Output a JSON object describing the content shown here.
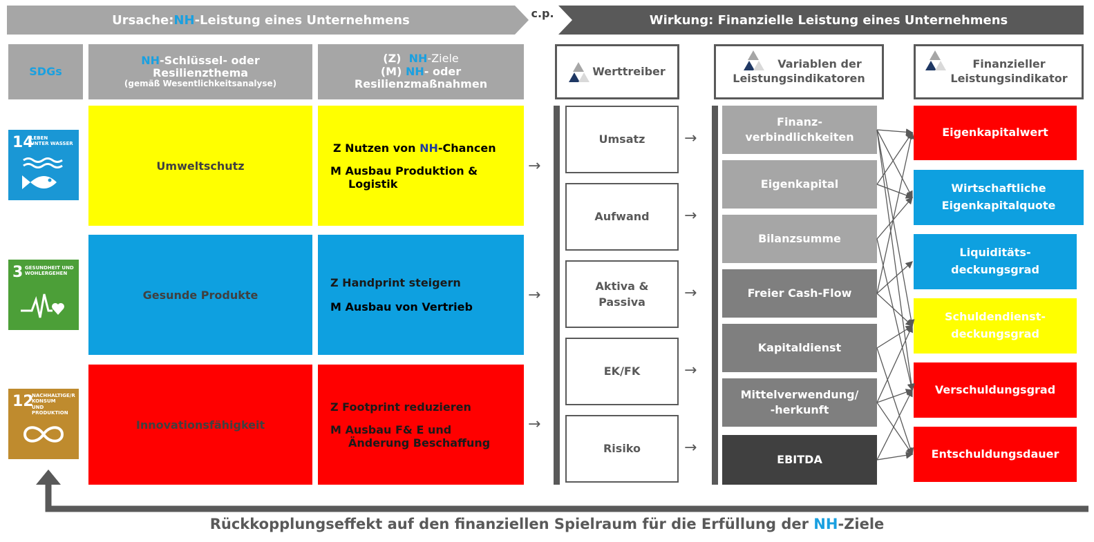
{
  "banner": {
    "left_prefix": "Ursache: ",
    "left_nh": "NH",
    "left_suffix": "-Leistung eines Unternehmens",
    "cp": "c.p.",
    "right": "Wirkung: Finanzielle Leistung eines Unternehmens"
  },
  "headers": {
    "sdgs": "SDGs",
    "theme_nh": "NH",
    "theme_line1": "-Schlüssel- oder",
    "theme_line2": "Resilienzthema",
    "theme_sub": "(gemäß Wesentlichkeitsanalyse)",
    "goals_z": "(Z)",
    "goals_nh": "NH",
    "goals_z_suffix": "-Ziele",
    "goals_m": "(M)",
    "goals_m_nh": "NH",
    "goals_m_suffix": "- oder",
    "goals_line3": "Resilienzmaßnahmen",
    "werttreiber": "Werttreiber",
    "variablen_line1": "Variablen der",
    "variablen_line2": "Leistungsindikatoren",
    "finanz_line1": "Finanzieller",
    "finanz_line2": "Leistungsindikator"
  },
  "sdgs": [
    {
      "number": "14",
      "line1": "LEBEN",
      "line2": "UNTER WASSER",
      "color": "#1a97d5"
    },
    {
      "number": "3",
      "line1": "GESUNDHEIT UND",
      "line2": "WOHLERGEHEN",
      "color": "#4c9f38"
    },
    {
      "number": "12",
      "line1": "NACHHALTIGE/R",
      "line2": "KONSUM",
      "line3": "UND PRODUKTION",
      "color": "#bf8b2e"
    }
  ],
  "themes": [
    {
      "label": "Umweltschutz",
      "color": "#ffff00"
    },
    {
      "label": "Gesunde Produkte",
      "color": "#0ea0e0"
    },
    {
      "label": "Innovationsfähigkeit",
      "color": "#ff0000"
    }
  ],
  "measures": [
    {
      "z_prefix": "Z  Nutzen von ",
      "z_nh": "NH",
      "z_suffix": "-Chancen",
      "m_line1": "M Ausbau Produktion &",
      "m_line2": "Logistik"
    },
    {
      "z_text": "Z  Handprint steigern",
      "m_line1": "M Ausbau von Vertrieb"
    },
    {
      "z_text": "Z  Footprint reduzieren",
      "m_line1": "M Ausbau  F& E  und",
      "m_line2": "Änderung Beschaffung"
    }
  ],
  "werttreiber": [
    {
      "line1": "Umsatz"
    },
    {
      "line1": "Aufwand"
    },
    {
      "line1": "Aktiva &",
      "line2": "Passiva"
    },
    {
      "line1": "EK/FK"
    },
    {
      "line1": "Risiko"
    }
  ],
  "variablen": [
    {
      "line1": "Finanz-",
      "line2": "verbindlichkeiten",
      "color": "#a6a6a6"
    },
    {
      "line1": "Eigenkapital",
      "color": "#a6a6a6"
    },
    {
      "line1": "Bilanzsumme",
      "color": "#a6a6a6"
    },
    {
      "line1": "Freier Cash-Flow",
      "color": "#7f7f7f"
    },
    {
      "line1": "Kapitaldienst",
      "color": "#7f7f7f"
    },
    {
      "line1": "Mittelverwendung/",
      "line2": "-herkunft",
      "color": "#7f7f7f"
    },
    {
      "line1": "EBITDA",
      "color": "#404040"
    }
  ],
  "finanz": [
    {
      "line1": "Eigenkapitalwert",
      "color": "#ff0000"
    },
    {
      "line1": "Wirtschaftliche",
      "line2": "Eigenkapitalquote",
      "color": "#0ea0e0"
    },
    {
      "line1": "Liquiditäts-",
      "line2": "deckungsgrad",
      "color": "#0ea0e0"
    },
    {
      "line1": "Schuldendienst-",
      "line2": "deckungsgrad",
      "color": "#ffff00"
    },
    {
      "line1": "Verschuldungsgrad",
      "color": "#ff0000"
    },
    {
      "line1": "Entschuldungsdauer",
      "color": "#ff0000"
    }
  ],
  "arrows": {
    "symbol": "→"
  },
  "connections": [
    [
      0,
      0
    ],
    [
      0,
      1
    ],
    [
      0,
      3
    ],
    [
      0,
      4
    ],
    [
      1,
      0
    ],
    [
      1,
      1
    ],
    [
      2,
      1
    ],
    [
      2,
      4
    ],
    [
      3,
      0
    ],
    [
      3,
      2
    ],
    [
      3,
      3
    ],
    [
      4,
      3
    ],
    [
      4,
      5
    ],
    [
      5,
      3
    ],
    [
      5,
      4
    ],
    [
      5,
      5
    ],
    [
      6,
      4
    ],
    [
      6,
      5
    ]
  ],
  "feedback": {
    "prefix": "Rückkopplungseffekt auf den finanziellen Spielraum für die Erfüllung der ",
    "nh": "NH",
    "suffix": "-Ziele"
  },
  "colors": {
    "accent_blue": "#1aa0e0",
    "dark_grey": "#595959",
    "header_grey": "#a6a6a6"
  }
}
